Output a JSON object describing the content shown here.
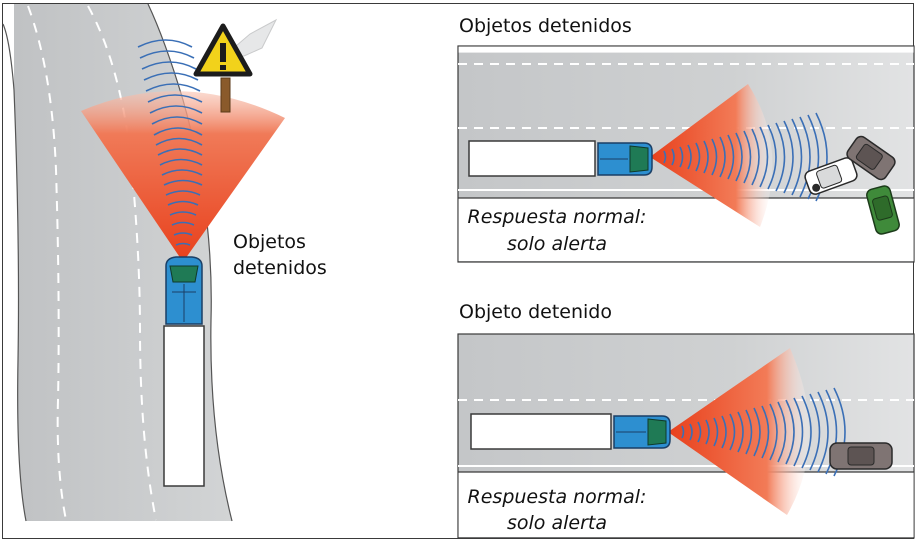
{
  "left_scene": {
    "label_line1": "Objetos",
    "label_line2": "detenidos"
  },
  "panel_top": {
    "title": "Objetos detenidos",
    "caption_line1": "Respuesta normal:",
    "caption_line2": "solo alerta"
  },
  "panel_bottom": {
    "title": "Objeto detenido",
    "caption_line1": "Respuesta normal:",
    "caption_line2": "solo alerta"
  },
  "colors": {
    "road": "#c8cacb",
    "sensor_cone": "#ee4a22",
    "radar_waves": "#3a6fb6",
    "truck_cab": "#2d8fd0",
    "warning_sign": "#f2d21b"
  },
  "icons": [
    "warning-sign-icon",
    "truck-icon",
    "car-icon",
    "radar-wave-icon"
  ]
}
